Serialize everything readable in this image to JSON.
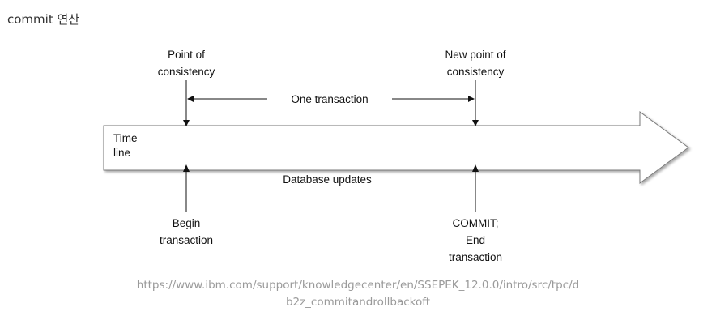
{
  "title": "commit 연산",
  "diagram": {
    "labels": {
      "point_of_consistency": [
        "Point of",
        "consistency"
      ],
      "new_point_of_consistency": [
        "New point of",
        "consistency"
      ],
      "one_transaction": "One transaction",
      "time_line": [
        "Time",
        "line"
      ],
      "database_updates": "Database updates",
      "begin_transaction": [
        "Begin",
        "transaction"
      ],
      "commit_end_transaction": [
        "COMMIT;",
        "End",
        "transaction"
      ]
    }
  },
  "source": {
    "line1": "https://www.ibm.com/support/knowledgecenter/en/SSEPEK_12.0.0/intro/src/tpc/d",
    "line2": "b2z_commitandrollbackoft"
  }
}
